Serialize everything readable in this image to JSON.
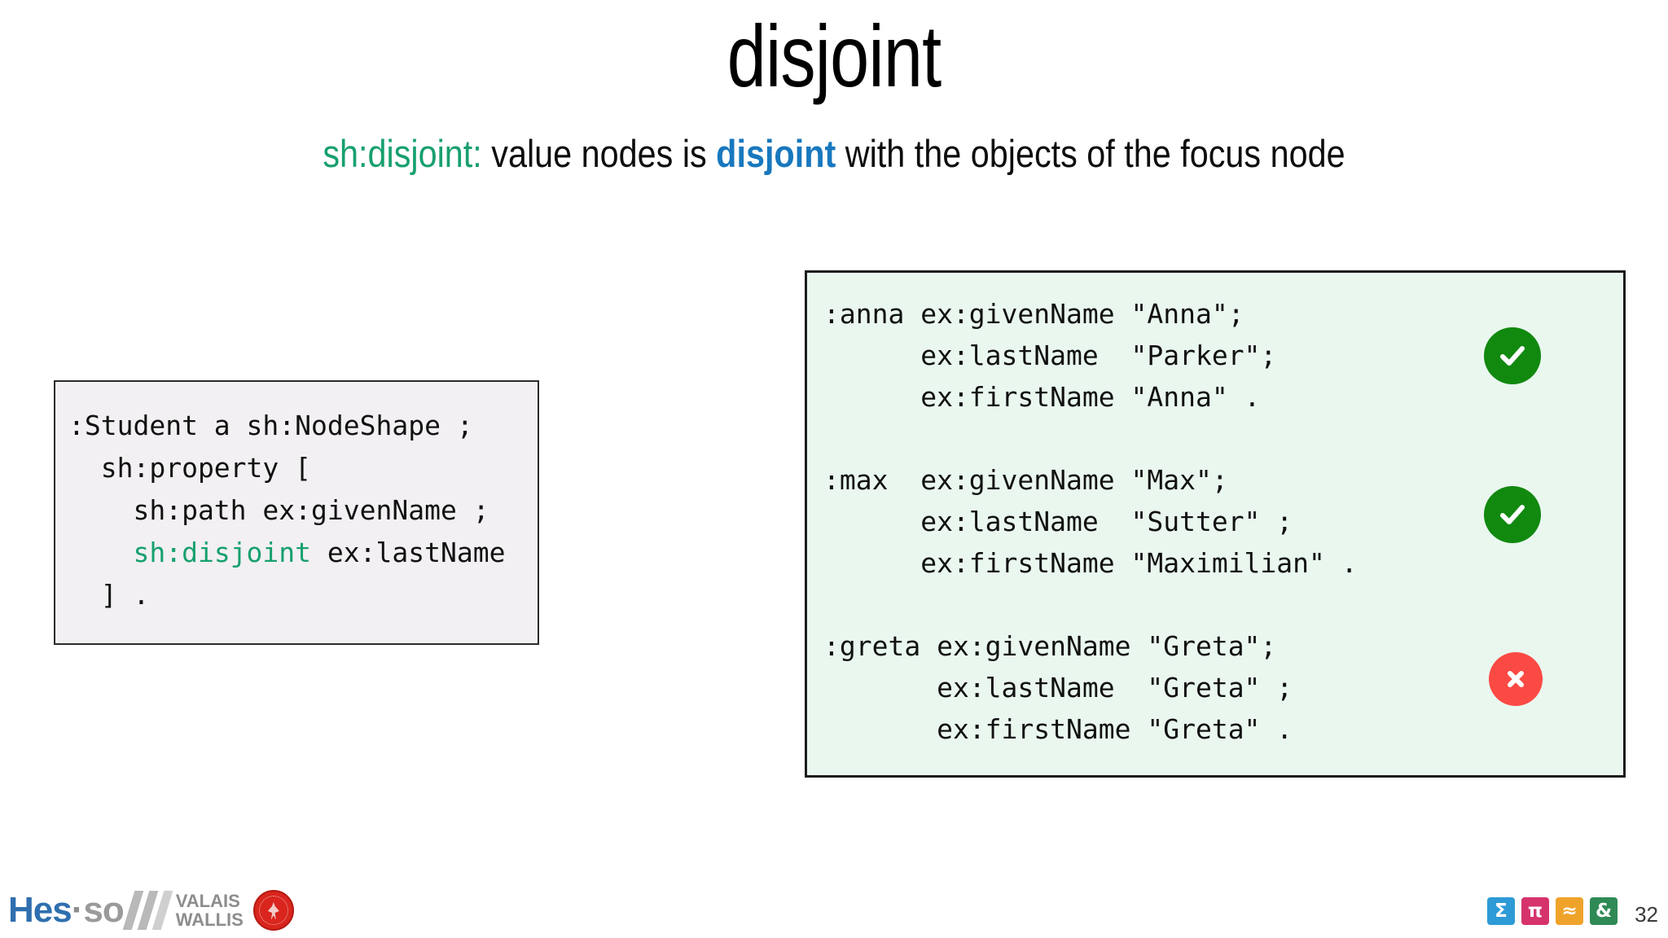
{
  "slide": {
    "title": "disjoint",
    "page_number": "32"
  },
  "subtitle": {
    "keyword": "sh:disjoint:",
    "middle": " value nodes is ",
    "highlight": "disjoint",
    "tail": " with the objects of the focus node",
    "keyword_color": "#17a06e",
    "highlight_color": "#1878be"
  },
  "shape_box": {
    "background": "#f2f0f2",
    "border_color": "#2b2b2b",
    "line1": ":Student a sh:NodeShape ;",
    "line2": "  sh:property [",
    "line3": "    sh:path ex:givenName ;",
    "line4_indent": "    ",
    "line4_keyword": "sh:disjoint",
    "line4_rest": " ex:lastName",
    "line5": "  ] ."
  },
  "data_box": {
    "background": "#eaf7ef",
    "border_color": "#1c1c1c",
    "anna": {
      "line1": ":anna ex:givenName \"Anna\";",
      "line2": "      ex:lastName  \"Parker\";",
      "line3": "      ex:firstName \"Anna\" ."
    },
    "max": {
      "line1": ":max  ex:givenName \"Max\";",
      "line2": "      ex:lastName  \"Sutter\" ;",
      "line3": "      ex:firstName \"Maximilian\" ."
    },
    "greta": {
      "line1": ":greta ex:givenName \"Greta\";",
      "line2": "       ex:lastName  \"Greta\" ;",
      "line3": "       ex:firstName \"Greta\" ."
    }
  },
  "badges": [
    {
      "id": "anna",
      "status": "valid",
      "icon": "check-icon",
      "color": "#11890f"
    },
    {
      "id": "max",
      "status": "valid",
      "icon": "check-icon",
      "color": "#11890f"
    },
    {
      "id": "greta",
      "status": "invalid",
      "icon": "cross-icon",
      "color": "#fa4a43"
    }
  ],
  "footer": {
    "logo": {
      "hes": "Hes",
      "dot": "·",
      "so": "so",
      "region_line1": "VALAIS",
      "region_line2": "WALLIS"
    },
    "icons": [
      {
        "name": "sigma-icon",
        "glyph": "Σ",
        "color": "#2e9bd6"
      },
      {
        "name": "pi-icon",
        "glyph": "π",
        "color": "#d6336c"
      },
      {
        "name": "approx-icon",
        "glyph": "≈",
        "color": "#efa32b"
      },
      {
        "name": "ampersand-icon",
        "glyph": "&",
        "color": "#2f8a55"
      }
    ]
  }
}
